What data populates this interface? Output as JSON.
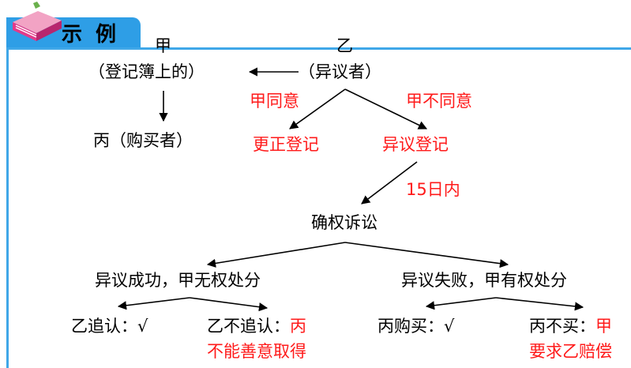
{
  "header": {
    "title": "示 例"
  },
  "nodes": {
    "jia_name": "甲",
    "jia_desc": "（登记簿上的）",
    "yi_name": "乙",
    "yi_desc": "（异议者）",
    "bing": "丙（购买者）",
    "jia_agree": "甲同意",
    "jia_disagree": "甲不同意",
    "correction": "更正登记",
    "objection_reg": "异议登记",
    "within_15_days": "15日内",
    "confirm_suit": "确权诉讼",
    "success": "异议成功，甲无权处分",
    "failure": "异议失败，甲有权处分",
    "yi_ratify": "乙追认：√",
    "yi_not_ratify_a": "乙不追认：",
    "yi_not_ratify_b": "丙",
    "yi_not_ratify_c": "不能善意取得",
    "bing_buy": "丙购买：√",
    "bing_not_buy_a": "丙不买：",
    "bing_not_buy_b": "甲",
    "bing_not_buy_c": "要求乙赔偿"
  },
  "colors": {
    "accent": "#2e9ee6",
    "frame": "#3fa7e8",
    "highlight": "#ff1a1a",
    "text": "#000000"
  }
}
